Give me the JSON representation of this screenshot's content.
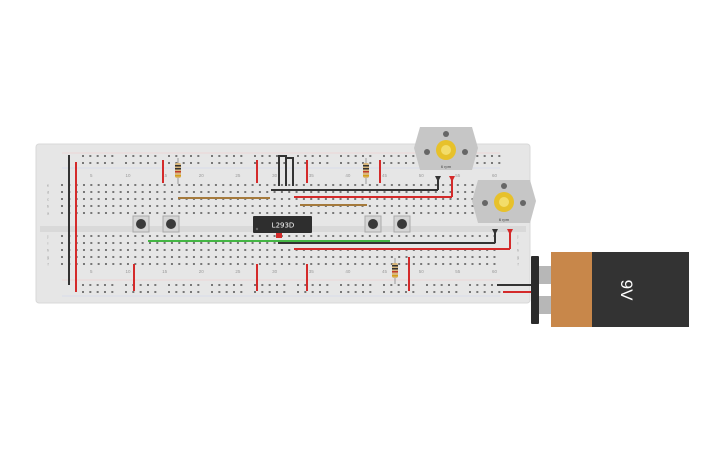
{
  "breadboard": {
    "column_numbers": [
      "5",
      "10",
      "15",
      "20",
      "25",
      "30",
      "35",
      "40",
      "45",
      "50",
      "55",
      "60"
    ],
    "row_letters_top": [
      "a",
      "b",
      "c",
      "d",
      "e"
    ],
    "row_letters_bottom": [
      "f",
      "g",
      "h",
      "i",
      "j"
    ]
  },
  "chip": {
    "label": "L293D"
  },
  "motors": [
    {
      "label": "6 rpm"
    },
    {
      "label": "6 rpm"
    }
  ],
  "battery": {
    "label": "9V",
    "body_color": "#333333",
    "cap_color": "#c8874a"
  },
  "colors": {
    "red_wire": "#d42a2a",
    "black_wire": "#333333",
    "green_wire": "#44b544",
    "brown_wire": "#a57a3c",
    "breadboard": "#e6e6e6"
  }
}
